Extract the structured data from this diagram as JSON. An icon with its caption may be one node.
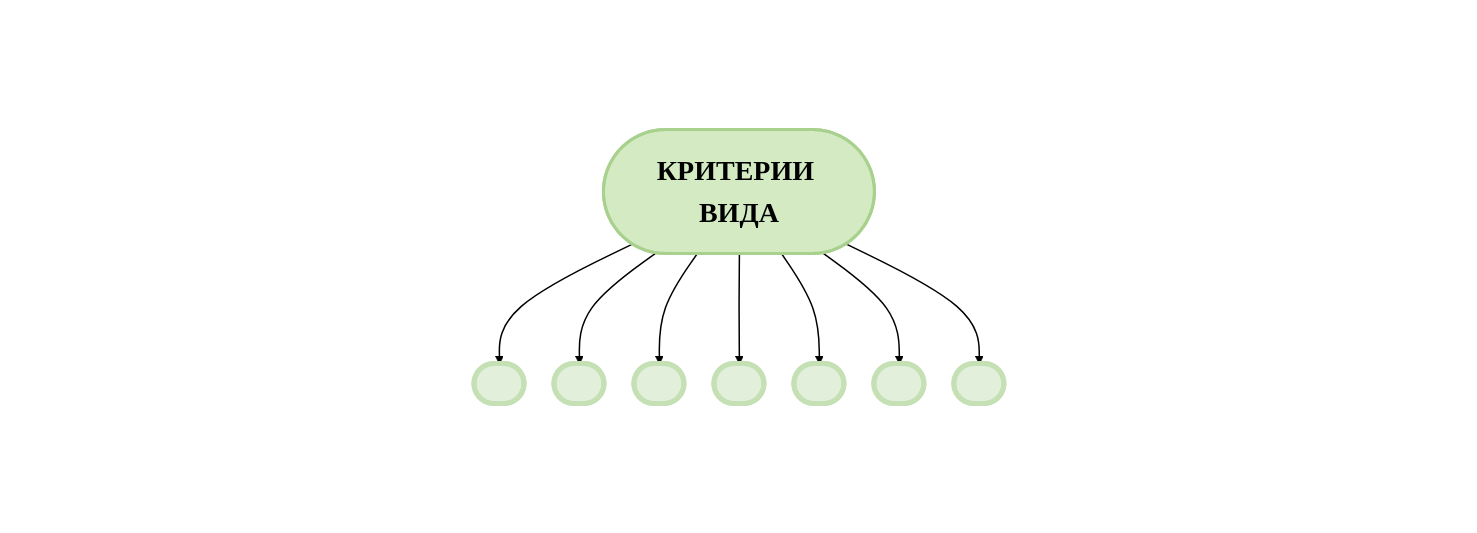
{
  "diagram": {
    "nodes": [
      {
        "text": [
          "КРИТЕРИИ ВИДА"
        ]
      },
      {
        "text": [],
        "shape": "ellipse"
      },
      {
        "text": [],
        "shape": "ellipse"
      },
      {
        "text": [],
        "shape": "ellipse"
      },
      {
        "text": [],
        "shape": "ellipse"
      },
      {
        "text": [],
        "shape": "ellipse"
      },
      {
        "text": [],
        "shape": "ellipse"
      },
      {
        "text": [],
        "shape": "ellipse"
      }
    ],
    "edges": [
      {
        "from": 0,
        "to": 1,
        "arrow": "to"
      },
      {
        "from": 0,
        "to": 3,
        "arrow": "to"
      },
      {
        "from": 0,
        "to": 5,
        "arrow": "to"
      },
      {
        "from": 0,
        "to": 7,
        "arrow": "to"
      },
      {
        "from": 0,
        "to": 6,
        "arrow": "to"
      },
      {
        "from": 0,
        "to": 4,
        "arrow": "to"
      },
      {
        "from": 0,
        "to": 2,
        "arrow": "to"
      }
    ]
  }
}
